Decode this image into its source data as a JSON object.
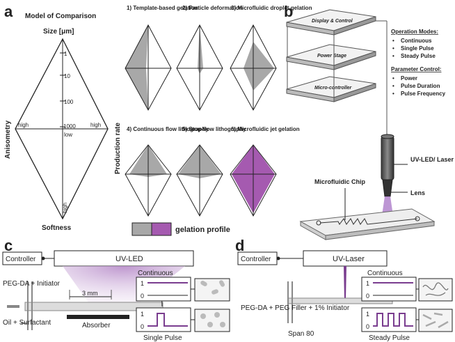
{
  "panels": {
    "a": {
      "letter": "a",
      "title": "Model of Comparison",
      "size_axis": "Size [μm]",
      "ticks": [
        "1",
        "10",
        "100",
        "1000"
      ],
      "anisometry": "Anisometry",
      "softness": "Softness",
      "production_rate": "Production rate",
      "high_left": "high",
      "high_right": "high",
      "low": "low",
      "high_bottom": "high",
      "methods": [
        "1) Template-based gelation",
        "2) Particle deformation",
        "3) Microfluidic droplet gelation",
        "4) Continuous flow lithography",
        "5) Stop-flow lithography",
        "6) Microfluidic jet gelation"
      ],
      "legend_label": "gelation profile",
      "colors": {
        "grey": "#a8a8a8",
        "purple": "#a55ab0"
      }
    },
    "b": {
      "letter": "b",
      "stack": [
        "Display & Control",
        "Power Stage",
        "Micro-controller"
      ],
      "operation_modes_title": "Operation Modes:",
      "operation_modes": [
        "Continuous",
        "Single Pulse",
        "Steady Pulse"
      ],
      "parameter_control_title": "Parameter Control:",
      "parameter_control": [
        "Power",
        "Pulse Duration",
        "Pulse Frequency"
      ],
      "uv_led_laser": "UV-LED/ Laser",
      "lens": "Lens",
      "chip": "Microfluidic Chip"
    },
    "c": {
      "letter": "c",
      "controller": "Controller",
      "source": "UV-LED",
      "inlet": "PEG-DA + Initiator",
      "oil": "Oil + Surfactant",
      "scale": "3 mm",
      "absorber": "Absorber",
      "mode1": "Continuous",
      "mode2": "Single Pulse",
      "level1": "1",
      "level0": "0"
    },
    "d": {
      "letter": "d",
      "controller": "Controller",
      "source": "UV-Laser",
      "inlet": "PEG-DA + PEG Filler + 1% Initiator",
      "span": "Span 80",
      "mode1": "Continuous",
      "mode2": "Steady Pulse",
      "level1": "1",
      "level0": "0"
    }
  }
}
